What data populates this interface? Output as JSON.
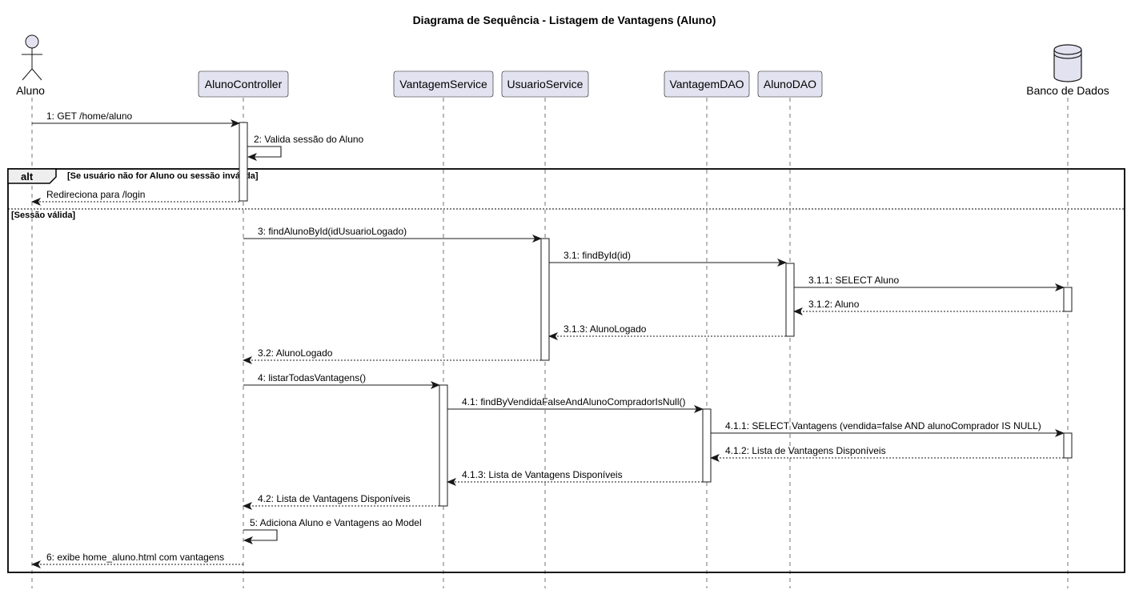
{
  "title": "Diagrama de Sequência - Listagem de Vantagens (Aluno)",
  "colors": {
    "participant_fill": "#E2E2F0",
    "participant_stroke": "#181818",
    "lifeline": "#181818",
    "activation_fill": "#FFFFFF",
    "frame_stroke": "#000000",
    "alt_tab_fill": "#EEEEEE"
  },
  "participants": [
    {
      "id": "aluno",
      "label": "Aluno",
      "kind": "actor-icon"
    },
    {
      "id": "controller",
      "label": "AlunoController",
      "kind": "box"
    },
    {
      "id": "vantagemService",
      "label": "VantagemService",
      "kind": "box"
    },
    {
      "id": "usuarioService",
      "label": "UsuarioService",
      "kind": "box"
    },
    {
      "id": "vantagemDAO",
      "label": "VantagemDAO",
      "kind": "box"
    },
    {
      "id": "alunoDAO",
      "label": "AlunoDAO",
      "kind": "box"
    },
    {
      "id": "db",
      "label": "Banco de Dados",
      "kind": "database-icon"
    }
  ],
  "messages": [
    {
      "from": "aluno",
      "to": "controller",
      "label": "1: GET /home/aluno",
      "dashed": false
    },
    {
      "from": "controller",
      "to": "controller",
      "label": "2: Valida sessão do Aluno",
      "dashed": false,
      "self": true
    },
    {
      "from": "controller",
      "to": "aluno",
      "label": "Redireciona para /login",
      "dashed": true
    },
    {
      "from": "controller",
      "to": "usuarioService",
      "label": "3: findAlunoById(idUsuarioLogado)",
      "dashed": false
    },
    {
      "from": "usuarioService",
      "to": "alunoDAO",
      "label": "3.1: findById(id)",
      "dashed": false
    },
    {
      "from": "alunoDAO",
      "to": "db",
      "label": "3.1.1: SELECT Aluno",
      "dashed": false
    },
    {
      "from": "db",
      "to": "alunoDAO",
      "label": "3.1.2: Aluno",
      "dashed": true
    },
    {
      "from": "alunoDAO",
      "to": "usuarioService",
      "label": "3.1.3: AlunoLogado",
      "dashed": true
    },
    {
      "from": "usuarioService",
      "to": "controller",
      "label": "3.2: AlunoLogado",
      "dashed": true
    },
    {
      "from": "controller",
      "to": "vantagemService",
      "label": "4: listarTodasVantagens()",
      "dashed": false
    },
    {
      "from": "vantagemService",
      "to": "vantagemDAO",
      "label": "4.1: findByVendidaFalseAndAlunoCompradorIsNull()",
      "dashed": false
    },
    {
      "from": "vantagemDAO",
      "to": "db",
      "label": "4.1.1: SELECT Vantagens (vendida=false AND alunoComprador IS NULL)",
      "dashed": false
    },
    {
      "from": "db",
      "to": "vantagemDAO",
      "label": "4.1.2: Lista de Vantagens Disponíveis",
      "dashed": true
    },
    {
      "from": "vantagemDAO",
      "to": "vantagemService",
      "label": "4.1.3: Lista de Vantagens Disponíveis",
      "dashed": true
    },
    {
      "from": "vantagemService",
      "to": "controller",
      "label": "4.2: Lista de Vantagens Disponíveis",
      "dashed": true
    },
    {
      "from": "controller",
      "to": "controller",
      "label": "5: Adiciona Aluno e Vantagens ao Model",
      "dashed": false,
      "self": true
    },
    {
      "from": "controller",
      "to": "aluno",
      "label": "6: exibe home_aluno.html com vantagens",
      "dashed": true
    }
  ],
  "alt_frame": {
    "keyword": "alt",
    "guard1": "[Se usuário não for Aluno ou sessão inválida]",
    "guard2": "[Sessão válida]"
  }
}
